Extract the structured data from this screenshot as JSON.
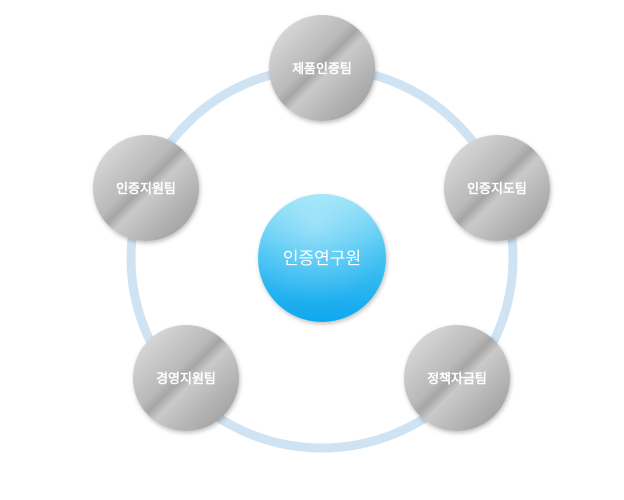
{
  "diagram": {
    "center": {
      "label": "인증연구원"
    },
    "nodes": [
      {
        "label": "제품인증팀"
      },
      {
        "label": "인증지도팀"
      },
      {
        "label": "정책자금팀"
      },
      {
        "label": "경영지원팀"
      },
      {
        "label": "인증지원팀"
      }
    ]
  },
  "colors": {
    "ring": "#cfe3f3",
    "node_light": "#dcdcdc",
    "node_dark": "#9e9e9e",
    "center_light": "#86dcf7",
    "center_dark": "#15aef0"
  }
}
